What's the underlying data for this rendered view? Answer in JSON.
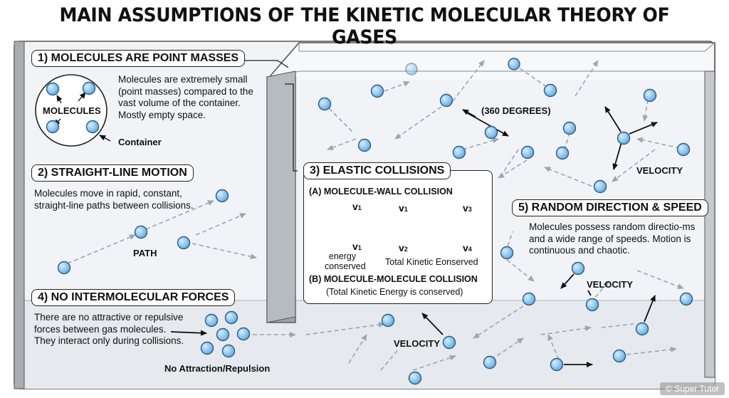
{
  "title": "MAIN ASSUMPTIONS OF THE KINETIC MOLECULAR THEORY OF GASES",
  "sections": {
    "point_masses": {
      "label": "1) MOLECULES ARE POINT MASSES",
      "text": "Molecules are extremely small (point masses) compared to the vast volume of the container. Mostly empty space.",
      "circle_label": "MOLECULES",
      "container_label": "Container"
    },
    "straight_line": {
      "label": "2) STRAIGHT-LINE MOTION",
      "text": "Molecules move in rapid, constant, straight-line paths between collisions.",
      "path_label": "PATH"
    },
    "elastic": {
      "label": "3) ELASTIC COLLISIONS",
      "wall_title": "(A) MOLECULE-WALL COLLISION",
      "wall_note": "energy conserved",
      "molecule_title": "(B) MOLECULE-MOLECULE COLLISION",
      "molecule_note": "(Total Kinetic Energy is conserved)",
      "total_note": "Total Kinetic Eonserved",
      "v1": "v",
      "sub1": "1",
      "sub2": "2",
      "sub3": "3",
      "sub4": "4"
    },
    "no_forces": {
      "label": "4) NO INTERMOLECULAR FORCES",
      "text": "There are no attractive or repulsive forces between gas molecules. They interact only during collisions.",
      "no_attraction_label": "No Attraction/Repulsion"
    },
    "random": {
      "label": "5) RANDOM DIRECTION & SPEED",
      "text": "Molecules possess random directio-ms and a wide range of speeds. Motion is continuous and chaotic."
    }
  },
  "annotations": {
    "degrees": "(360 DEGREES)",
    "velocity": "VELOCITY"
  },
  "watermark": "© Super Tutor",
  "colors": {
    "molecule_fill": "#8fc6ee",
    "molecule_stroke": "#2a5f86",
    "container_fill": "#eef1f4",
    "wall": "#9ea3a8"
  }
}
